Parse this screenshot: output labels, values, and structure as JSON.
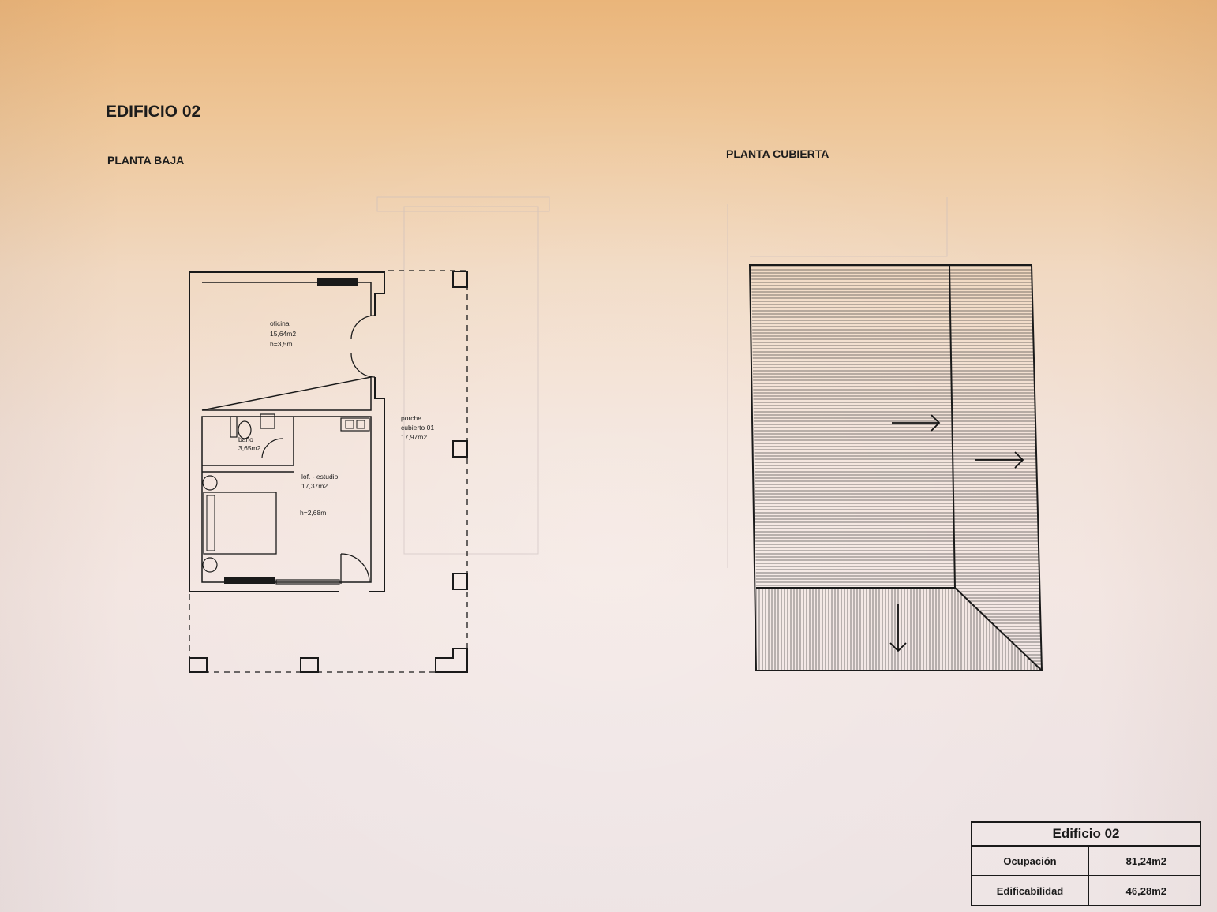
{
  "document": {
    "building_title": "EDIFICIO 02",
    "ground_floor_title": "PLANTA BAJA",
    "roof_plan_title": "PLANTA CUBIERTA"
  },
  "ground_floor": {
    "rooms": [
      {
        "name": "oficina",
        "area": "15,64m2",
        "height": "h=3,5m"
      },
      {
        "name": "baño",
        "area": "3,65m2"
      },
      {
        "name": "lof. - estudio",
        "area": "17,37m2",
        "height": "h=2,68m"
      },
      {
        "name": "porche cubierto 01",
        "area": "17,97m2"
      }
    ]
  },
  "roof_plan": {
    "slope_arrows": [
      "right",
      "right",
      "down"
    ]
  },
  "summary_table": {
    "title": "Edificio 02",
    "rows": [
      {
        "label": "Ocupación",
        "value": "81,24m2"
      },
      {
        "label": "Edificabilidad",
        "value": "46,28m2"
      }
    ]
  },
  "colors": {
    "ink": "#1a1a1a",
    "paper_top": "#eab57a",
    "paper_bottom": "#ede3e3"
  }
}
